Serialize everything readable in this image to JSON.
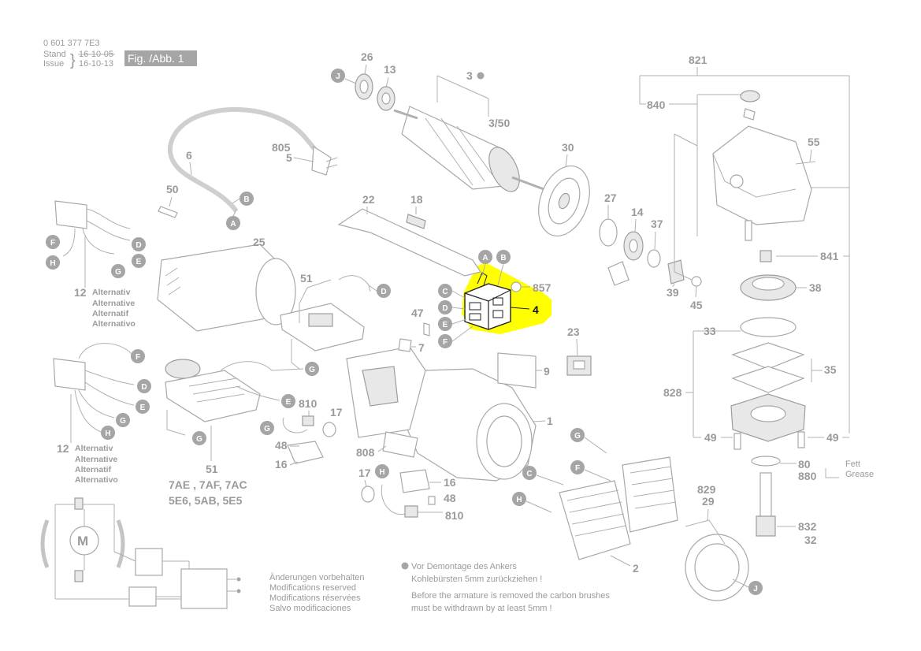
{
  "header": {
    "part_number": "0 601 377 7E3",
    "stand_label": "Stand",
    "issue_label": "Issue",
    "stand_date": "16-10-05",
    "issue_date": "16-10-13",
    "figure_label": "Fig. /Abb. 1"
  },
  "labels": {
    "n26": "26",
    "n13": "13",
    "n3": "3",
    "n3_50": "3/50",
    "n821": "821",
    "n840": "840",
    "n805": "805",
    "n5": "5",
    "n6": "6",
    "n55": "55",
    "n30": "30",
    "n50": "50",
    "n22": "22",
    "n18": "18",
    "n27": "27",
    "n14": "14",
    "n37": "37",
    "n25": "25",
    "n841": "841",
    "n857": "857",
    "n4": "4",
    "n51a": "51",
    "n39": "39",
    "n45": "45",
    "n38": "38",
    "n47": "47",
    "n7": "7",
    "n23": "23",
    "n33": "33",
    "n9": "9",
    "n35": "35",
    "n828": "828",
    "n1": "1",
    "n810a": "810",
    "n17a": "17",
    "n48a": "48",
    "n16a": "16",
    "n808": "808",
    "n49a": "49",
    "n49b": "49",
    "n80": "80",
    "n880": "880",
    "n17b": "17",
    "n16b": "16",
    "n48b": "48",
    "n810b": "810",
    "n829": "829",
    "n29": "29",
    "n832": "832",
    "n32": "32",
    "n2": "2",
    "n12a": "12",
    "n12b": "12",
    "n51b": "51"
  },
  "variants_line1": "7AE , 7AF, 7AC",
  "variants_line2": "5E6, 5AB, 5E5",
  "alternative_words": [
    "Alternativ",
    "Alternative",
    "Alternatif",
    "Alternativo"
  ],
  "grease": [
    "Fett",
    "Grease"
  ],
  "modifications": [
    "Änderungen vorbehalten",
    "Modifications reserved",
    "Modifications réservées",
    "Salvo modificaciones"
  ],
  "armature_note": {
    "de_line1": "Vor Demontage des Ankers",
    "de_line2": "Kohlebürsten 5mm zurückziehen !",
    "en_line1": "Before the armature is removed the carbon brushes",
    "en_line2": "must be withdrawn by at least 5mm !"
  },
  "motor_symbol": "M",
  "highlight_color": "#ffff00",
  "wire_letters": {
    "j1": "J",
    "b1": "B",
    "a1": "A",
    "f1": "F",
    "d1": "D",
    "h1": "H",
    "e1": "E",
    "g1": "G",
    "a2": "A",
    "b2": "B",
    "c2": "C",
    "d2": "D",
    "e2": "E",
    "f2": "F",
    "d3": "D",
    "g3": "G",
    "e3": "E",
    "f4": "F",
    "d4": "D",
    "e4": "E",
    "g4": "G",
    "h4": "H",
    "g5": "G",
    "g6": "G",
    "h6": "H",
    "g7": "G",
    "f7": "F",
    "c7": "C",
    "h7": "H",
    "j7": "J"
  }
}
